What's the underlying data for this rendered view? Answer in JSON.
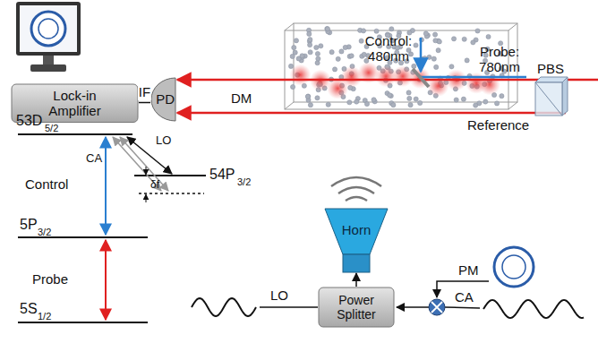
{
  "diagram": {
    "nodes": [
      {
        "text": [
          "PD"
        ]
      },
      {
        "text": [
          "Lock-in Amplifier"
        ]
      },
      {
        "text": [
          "PBS"
        ]
      },
      {
        "text": [
          "Horn"
        ]
      },
      {
        "text": [
          "Power Splitter"
        ]
      }
    ],
    "edges": [
      {
        "from": 0,
        "to": 1,
        "arrow": "none",
        "label": "IF"
      },
      {
        "from": 4,
        "to": 3,
        "arrow": "to"
      }
    ],
    "labels": [
      "Control: 480nm",
      "Probe: 780nm",
      "Reference",
      "DM",
      "53D",
      "5/2",
      "CA",
      "LO",
      "54P",
      "3/2",
      "Control",
      "δf",
      "5P",
      "3/2",
      "Probe",
      "5S",
      "1/2",
      "PM",
      "CA",
      "LO"
    ]
  }
}
